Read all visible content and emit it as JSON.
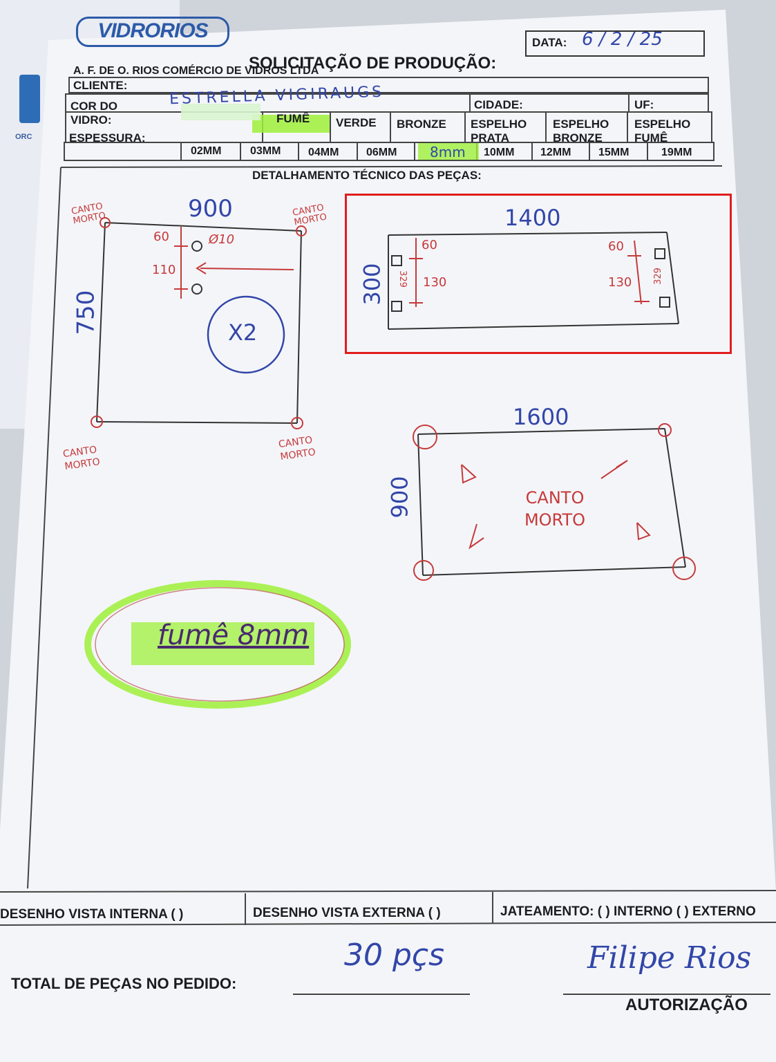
{
  "header": {
    "logo": "VIDRORIOS",
    "title": "SOLICITAÇÃO DE PRODUÇÃO:",
    "company": "A. F. DE O. RIOS COMÉRCIO DE VIDROS LTDA",
    "date_label": "DATA:",
    "date_value": "6 / 2 / 25"
  },
  "form": {
    "cliente_label": "CLIENTE:",
    "cliente_value": "ESTRELLA VIGIRAUGS",
    "cidade_label": "CIDADE:",
    "uf_label": "UF:",
    "cor_label": "COR DO VIDRO:",
    "cores": [
      "FUMÊ",
      "VERDE",
      "BRONZE",
      "ESPELHO PRATA",
      "ESPELHO BRONZE",
      "ESPELHO FUMÊ"
    ],
    "cor_selected": "FUMÊ",
    "espessura_label": "ESPESSURA:",
    "espessuras": [
      "02MM",
      "03MM",
      "04MM",
      "06MM",
      "8mm",
      "10MM",
      "12MM",
      "15MM",
      "19MM"
    ],
    "espessura_selected": "8mm"
  },
  "detalhamento": {
    "title": "DETALHAMENTO TÉCNICO DAS PEÇAS:",
    "piece1": {
      "width": "900",
      "height": "750",
      "quantity": "X2",
      "corner_note": "CANTO MORTO",
      "hole_diameter": "Ø10",
      "dim_60": "60",
      "dim_110": "110"
    },
    "piece2": {
      "width": "1400",
      "height": "300",
      "dim_60": "60",
      "dim_130": "130",
      "dim_329": "329"
    },
    "piece3": {
      "width": "1600",
      "height": "900",
      "note": "CANTO MORTO"
    },
    "marker_note": "fumê 8mm"
  },
  "footer": {
    "vista_interna": "DESENHO VISTA INTERNA ( )",
    "vista_externa": "DESENHO VISTA EXTERNA ( )",
    "jateamento": "JATEAMENTO: ( ) INTERNO ( ) EXTERNO",
    "total_label": "TOTAL DE PEÇAS NO PEDIDO:",
    "total_value": "30 pçs",
    "signature": "Filipe Rios",
    "autorizacao": "AUTORIZAÇÃO"
  },
  "colors": {
    "ink_blue": "#3246a8",
    "ink_red": "#c63a3a",
    "highlighter": "#9df03a",
    "selection": "#e11d1d"
  }
}
